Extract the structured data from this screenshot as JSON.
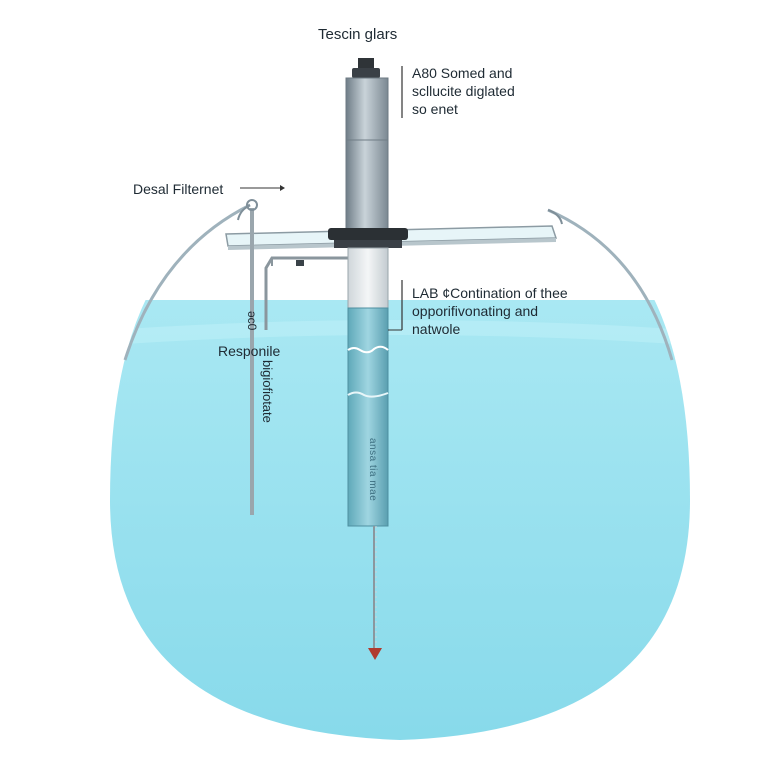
{
  "labels": {
    "title": "Tescin glars",
    "top_right_lines": [
      "A80 Somed and",
      "scllucite diglated",
      "so enet"
    ],
    "left": "Desal Filternet",
    "mid_right_lines": [
      "LAB ¢Contination of thee",
      "opporifivonating and",
      "natwole"
    ],
    "respon": "Responile",
    "vertical_small": "əc0",
    "vertical_main": "bigiofiotate",
    "probe_text": "ansa tia mae"
  },
  "colors": {
    "water": "#9fe3f0",
    "water_deep": "#7ed3e6",
    "glass_edge": "#7f8f99",
    "probe_metal": "#8a99a4",
    "probe_dark": "#2f3438",
    "arrow_tip": "#b03a2e"
  }
}
